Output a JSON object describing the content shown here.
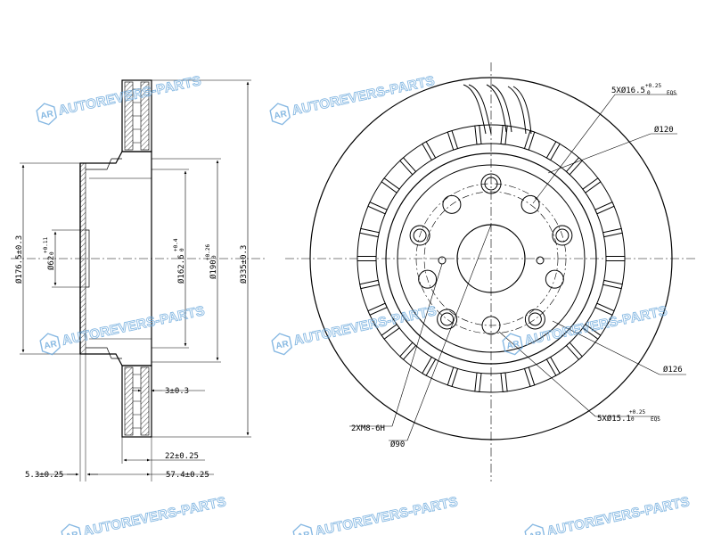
{
  "watermark": {
    "text": "AUTOREVERS-PARTS",
    "logo": "AR",
    "color": "#6aa8dc"
  },
  "side_view": {
    "dims": {
      "d176": "Ø176.5±0.3",
      "d62": "Ø62",
      "d62_tol": "+0.11",
      "d62_tol0": "0",
      "d162": "Ø162.6",
      "d162_tol": "+0.4",
      "d162_tol0": "0",
      "d190": "Ø190",
      "d190_tol": "+0.26",
      "d190_tol0": "0",
      "d335": "Ø335±0.3",
      "thick3": "3±0.3",
      "width22": "22±0.25",
      "offset5": "5.3±0.25",
      "height57": "57.4±0.25"
    }
  },
  "front_view": {
    "labels": {
      "holes_top": "5XØ16.5",
      "holes_top_tol": "+0.25",
      "holes_top_tol0": "0",
      "holes_top_suffix": "EQS",
      "d120": "Ø120",
      "d126": "Ø126",
      "holes_bottom": "5XØ15.1",
      "holes_bottom_tol": "+0.25",
      "holes_bottom_tol0": "0",
      "holes_bottom_suffix": "EQS",
      "thread": "2XM8-6H",
      "d90": "Ø90"
    }
  }
}
